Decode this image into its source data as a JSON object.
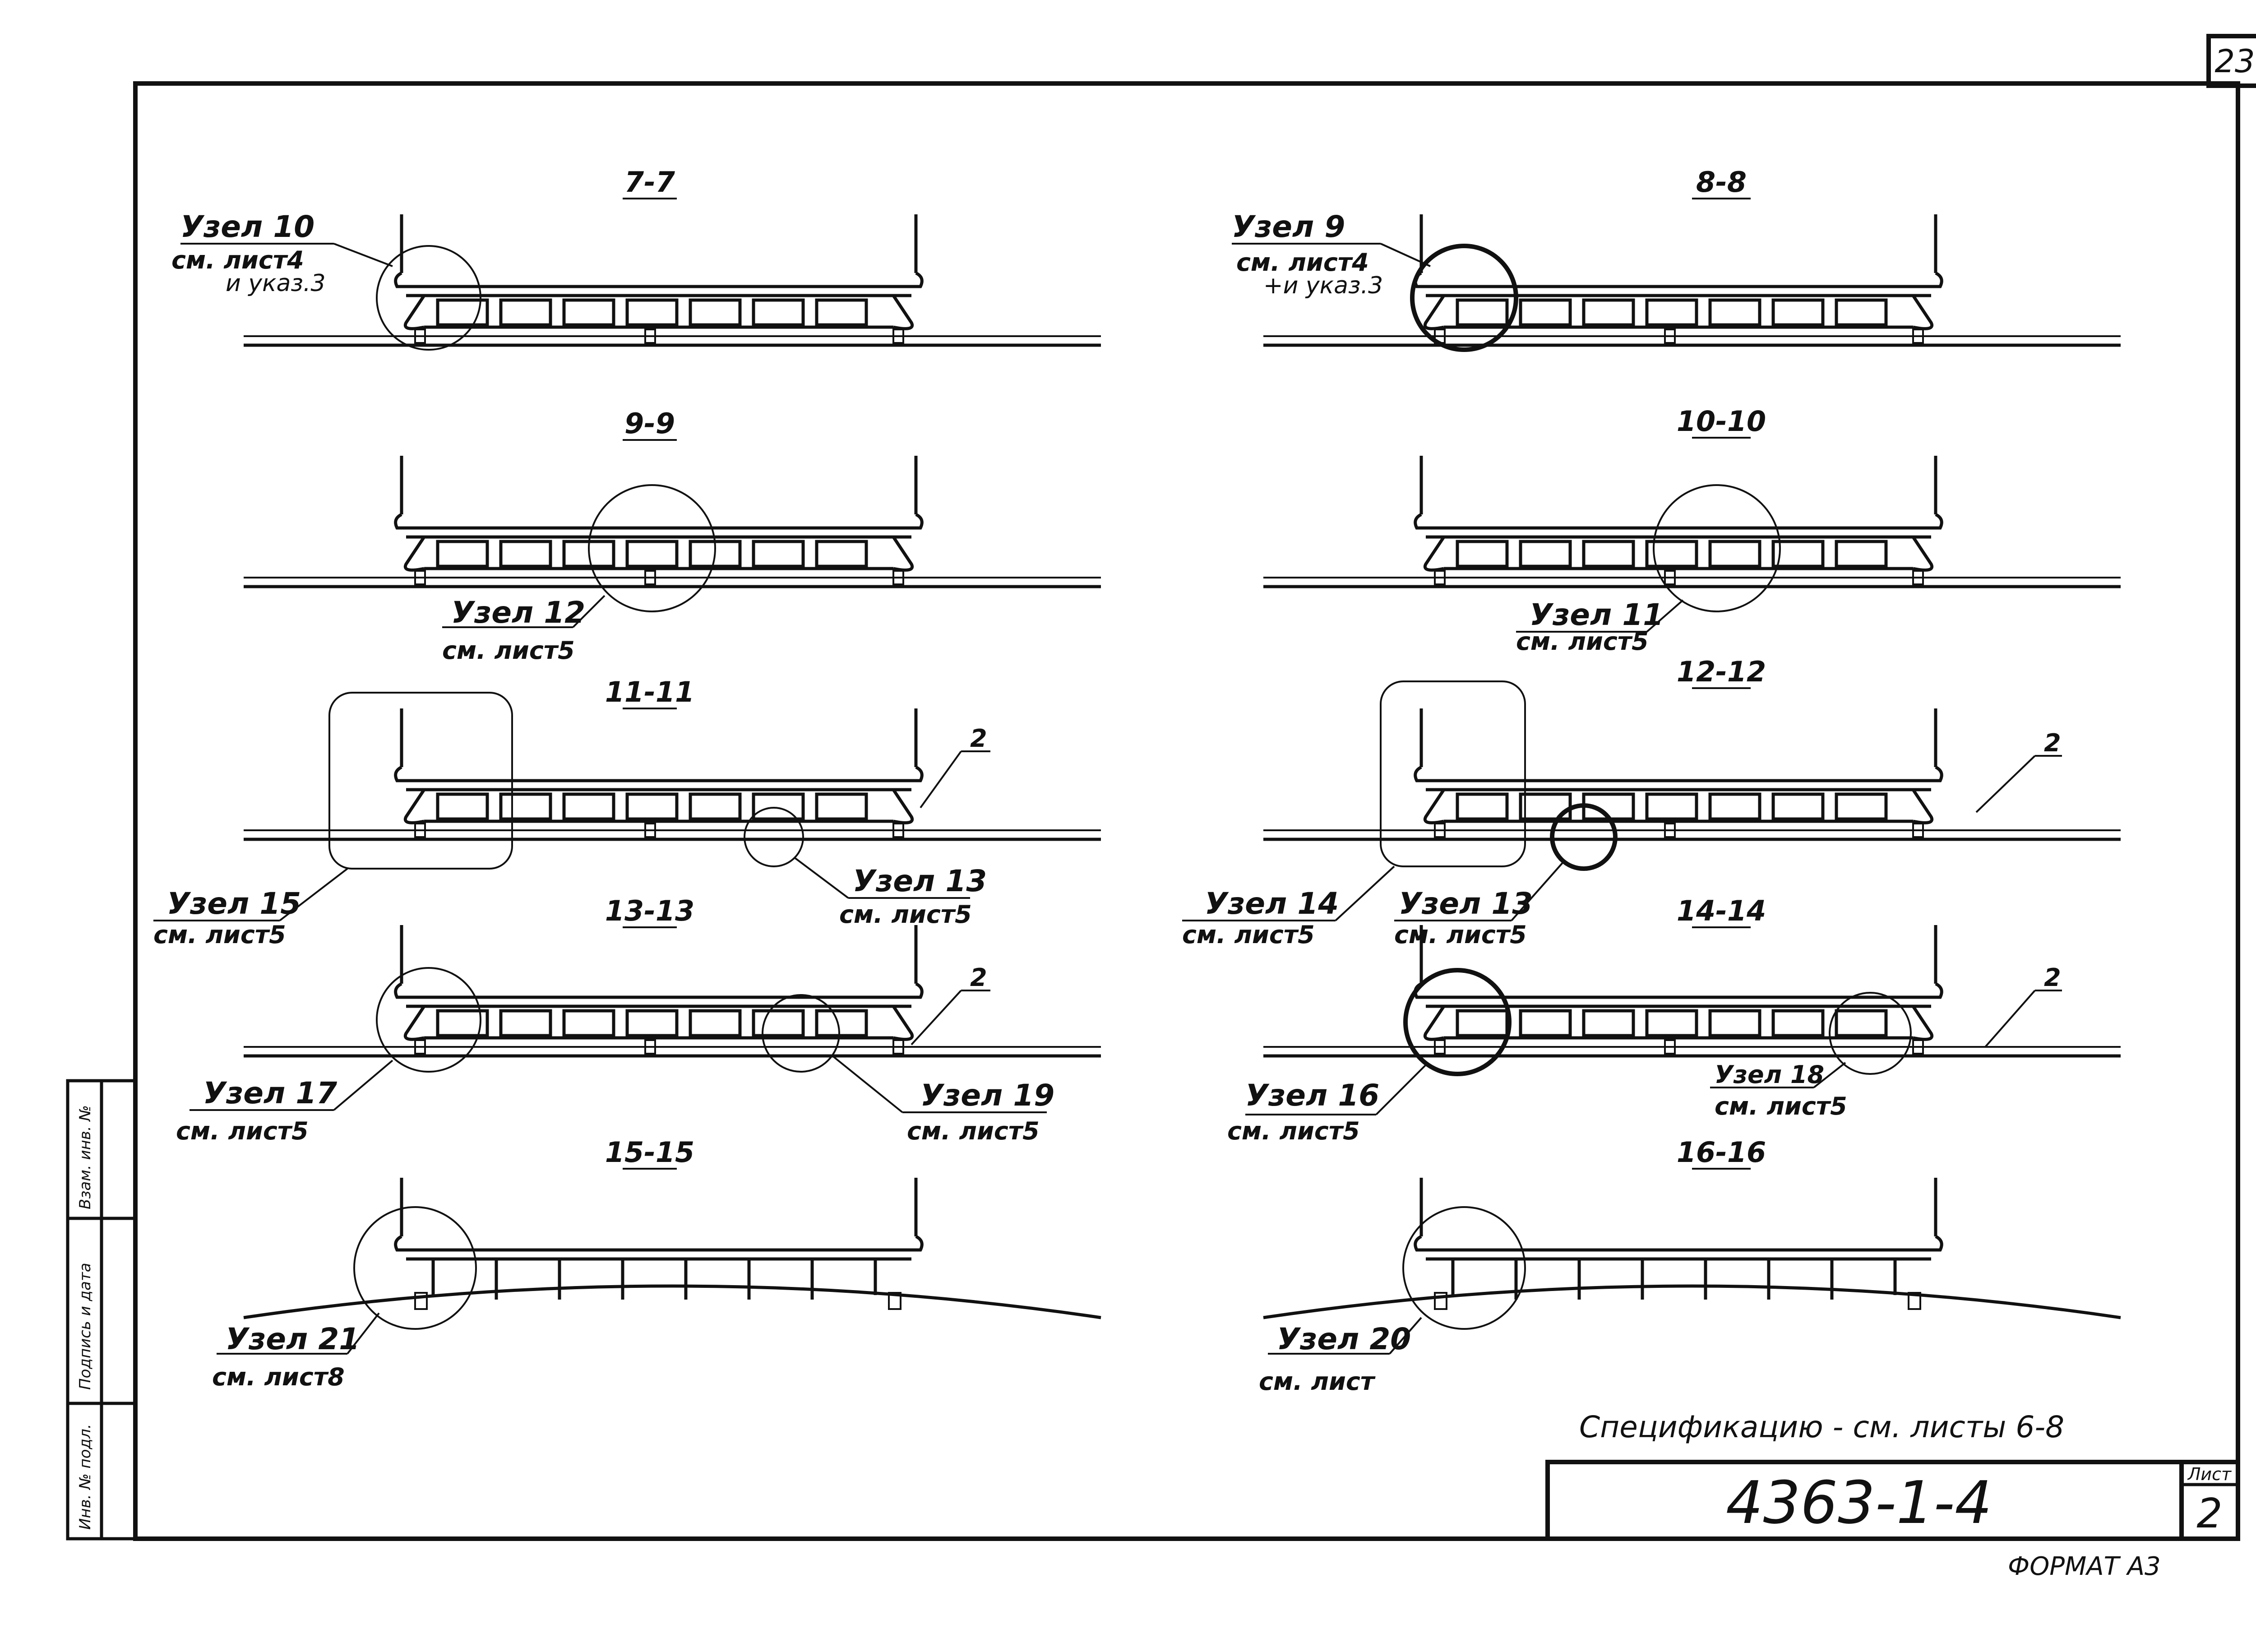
{
  "page_number": "23",
  "sections": [
    {
      "id": "s7",
      "title": "7-7",
      "node": "Узел 10",
      "ref": "см. лист4",
      "ref2": "и указ.3"
    },
    {
      "id": "s8",
      "title": "8-8",
      "node": "Узел 9",
      "ref": "см. лист4",
      "ref2": "+и указ.3"
    },
    {
      "id": "s9",
      "title": "9-9",
      "node": "Узел 12",
      "ref": "см. лист5"
    },
    {
      "id": "s10",
      "title": "10-10",
      "node": "Узел 11",
      "ref": "см. лист5"
    },
    {
      "id": "s11",
      "title": "11-11",
      "node": "Узел 15",
      "ref": "см. лист5",
      "node_b": "Узел 13",
      "ref_b": "см. лист5",
      "mark": "2"
    },
    {
      "id": "s12",
      "title": "12-12",
      "node": "Узел 14",
      "ref": "см. лист5",
      "node_b": "Узел 13",
      "ref_b": "см. лист5",
      "mark": "2"
    },
    {
      "id": "s13",
      "title": "13-13",
      "node": "Узел 17",
      "ref": "см. лист5",
      "node_b": "Узел 19",
      "ref_b": "см. лист5",
      "mark": "2"
    },
    {
      "id": "s14",
      "title": "14-14",
      "node": "Узел 16",
      "ref": "см. лист5",
      "node_b": "Узел 18",
      "ref_b": "см. лист5",
      "mark": "2"
    },
    {
      "id": "s15",
      "title": "15-15",
      "node": "Узел 21",
      "ref": "см. лист8"
    },
    {
      "id": "s16",
      "title": "16-16",
      "node": "Узел 20",
      "ref": "см. лист"
    }
  ],
  "spec_note": "Спецификацию - см. листы 6-8",
  "stamp": {
    "code": "4363-1-4",
    "sheet_label": "Лист",
    "sheet_number": "2"
  },
  "format": "ФОРМАТ А3",
  "side_strip": {
    "cell1": "Инв. № подл.",
    "cell2": "Подпись и дата",
    "cell3": "Взам. инв. №"
  }
}
